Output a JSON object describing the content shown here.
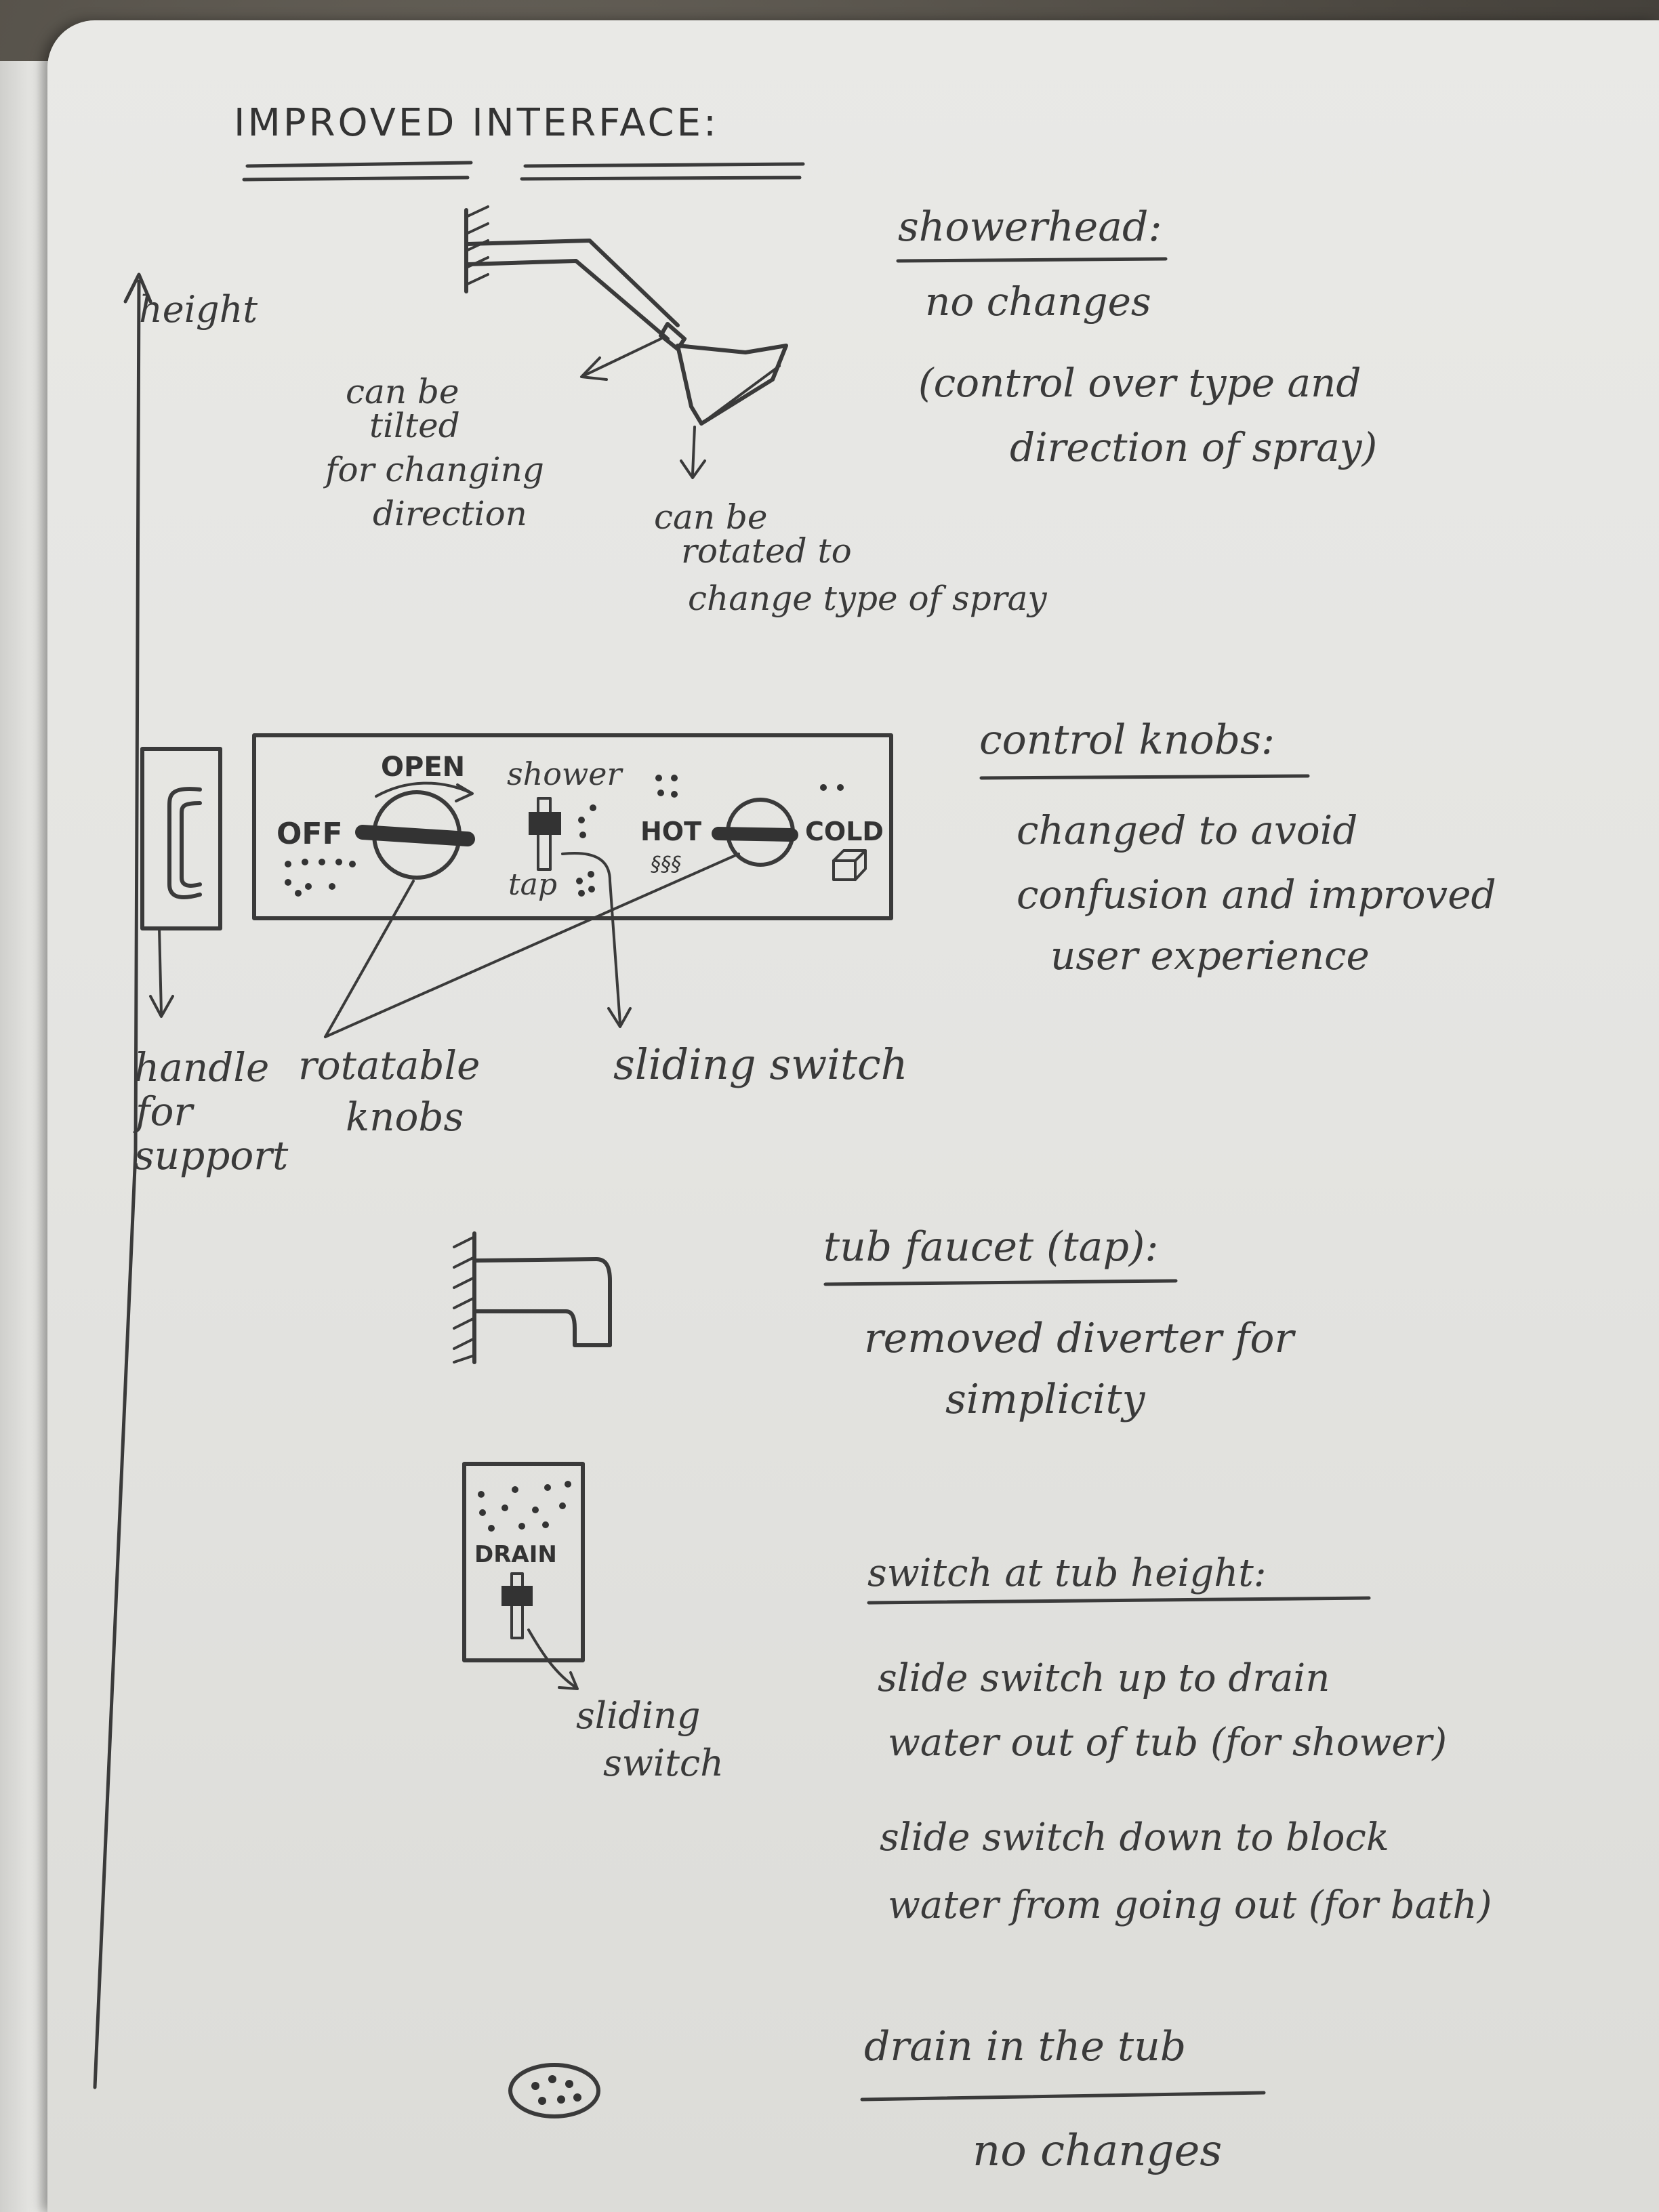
{
  "title": "IMPROVED INTERFACE:",
  "height_axis": {
    "label": "height"
  },
  "showerhead": {
    "heading": "showerhead:",
    "status": "no changes",
    "note": [
      "(control over type and",
      "direction of spray)"
    ],
    "tilt_annotation": [
      "can be",
      "tilted",
      "for changing",
      "direction"
    ],
    "rotate_annotation": [
      "can be",
      "rotated to",
      "change type of spray"
    ]
  },
  "control_panel": {
    "off_label": "OFF",
    "open_label": "OPEN",
    "shower_label": "shower",
    "tap_label": "tap",
    "hot_label": "HOT",
    "cold_label": "COLD",
    "heading": "control knobs:",
    "notes": [
      "changed to avoid",
      "confusion and improved",
      "user experience"
    ],
    "handle_annotation": [
      "handle",
      "for",
      "support"
    ],
    "knobs_annotation": [
      "rotatable",
      "knobs"
    ],
    "slider_annotation": "sliding switch"
  },
  "tub_faucet": {
    "heading": "tub faucet (tap):",
    "notes": [
      "removed diverter for",
      "simplicity"
    ]
  },
  "drain_switch": {
    "plate_label": "DRAIN",
    "annotation": [
      "sliding",
      "switch"
    ],
    "heading": "switch at tub height:",
    "notes": [
      "slide switch up to drain",
      "water out of tub (for shower)",
      "slide switch down to block",
      "water from going out (for bath)"
    ]
  },
  "tub_drain": {
    "heading": "drain in the tub",
    "status": "no changes"
  }
}
